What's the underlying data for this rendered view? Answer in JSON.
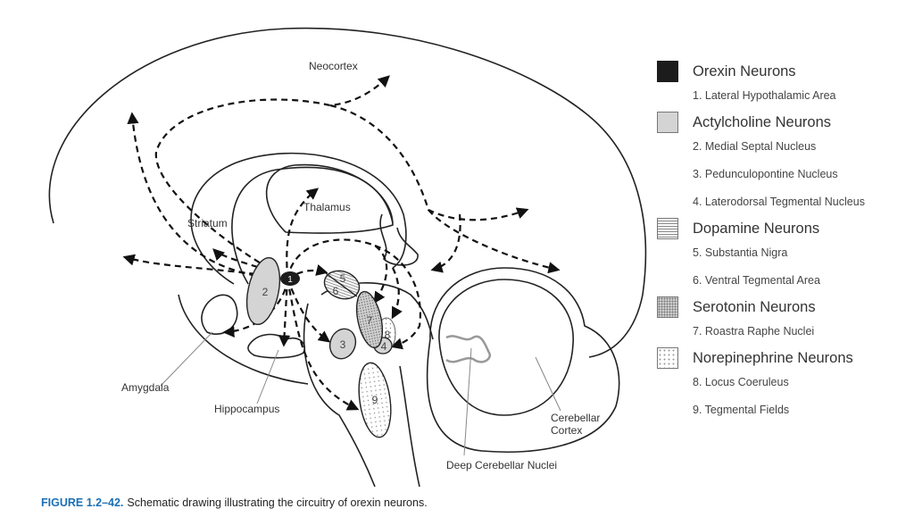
{
  "diagram": {
    "labels": {
      "neocortex": "Neocortex",
      "striatum": "Striatum",
      "thalamus": "Thalamus",
      "amygdala": "Amygdala",
      "hippocampus": "Hippocampus",
      "cerebellar_cortex_1": "Cerebellar",
      "cerebellar_cortex_2": "Cortex",
      "deep_cerebellar_nuclei": "Deep Cerebellar Nuclei"
    },
    "nuclei": [
      "1",
      "2",
      "3",
      "4",
      "5",
      "6",
      "7",
      "8",
      "9"
    ]
  },
  "legend": {
    "groups": [
      {
        "title": "Orexin Neurons",
        "swatch": "solid-black",
        "color": "#1c1c1c",
        "items": [
          "1.  Lateral Hypothalamic Area"
        ]
      },
      {
        "title": "Actylcholine Neurons",
        "swatch": "solid-gray",
        "color": "#d4d4d4",
        "items": [
          "2.  Medial Septal Nucleus",
          "3.  Pedunculopontine Nucleus",
          "4.  Laterodorsal Tegmental Nucleus"
        ]
      },
      {
        "title": "Dopamine Neurons",
        "swatch": "horizontal-lines",
        "items": [
          "5.  Substantia Nigra",
          "6.  Ventral Tegmental Area"
        ]
      },
      {
        "title": "Serotonin Neurons",
        "swatch": "dense-crosshatch",
        "items": [
          "7.  Roastra Raphe Nuclei"
        ]
      },
      {
        "title": "Norepinephrine Neurons",
        "swatch": "sparse-dots",
        "items": [
          "8.  Locus Coeruleus",
          "9.  Tegmental Fields"
        ]
      }
    ]
  },
  "caption": {
    "figure_label": "FIGURE 1.2–42.",
    "text": "Schematic drawing illustrating the circuitry of orexin neurons.",
    "label_color": "#1a6fb5"
  }
}
